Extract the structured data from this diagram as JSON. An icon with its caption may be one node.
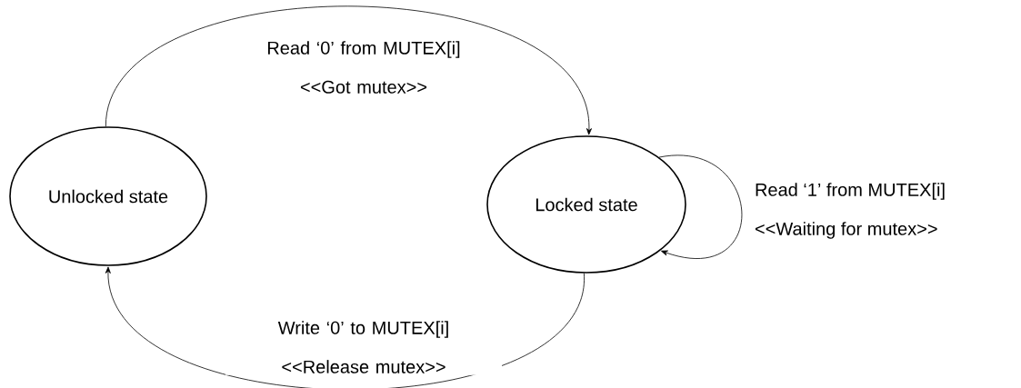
{
  "diagram": {
    "nodes": [
      {
        "text": [
          "Unlocked state"
        ]
      },
      {
        "text": [
          "Locked state"
        ]
      }
    ],
    "edges": [
      {
        "from": 0,
        "to": 1,
        "arrow": "to",
        "label": "Read ‘0’ from MUTEX[i] <<Got mutex>>"
      },
      {
        "from": 1,
        "to": 1,
        "arrow": "to",
        "label": "Read ‘1’ from MUTEX[i] <<Waiting for mutex>>"
      },
      {
        "from": 1,
        "to": 0,
        "arrow": "to",
        "label": "Write ‘0’ to MUTEX[i] <<Release mutex>>"
      }
    ]
  }
}
